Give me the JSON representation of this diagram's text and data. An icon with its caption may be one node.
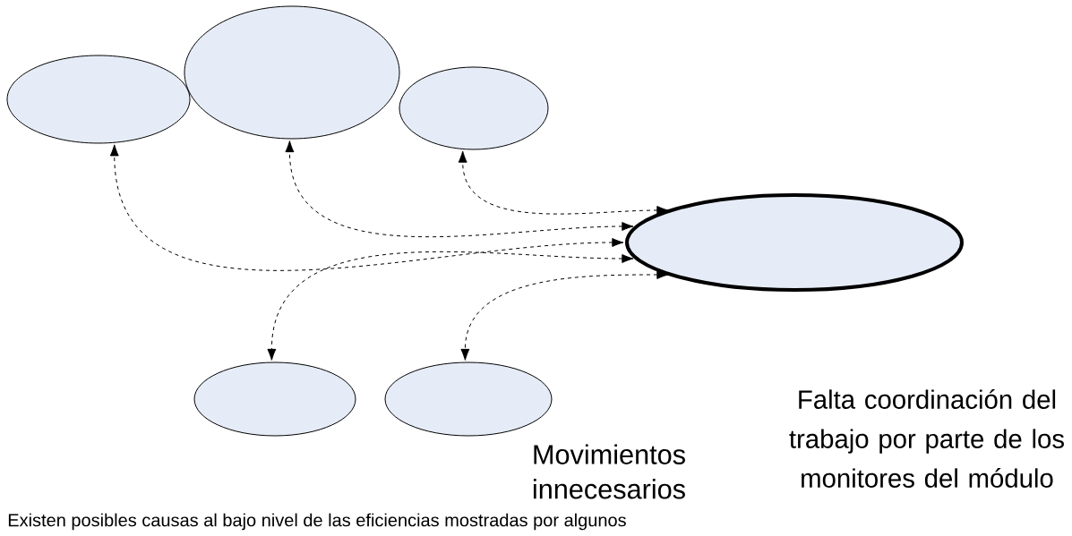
{
  "diagram": {
    "nodes": [
      {
        "text": [],
        "shape": "ellipse"
      },
      {
        "text": [],
        "shape": "ellipse"
      },
      {
        "text": [],
        "shape": "ellipse"
      },
      {
        "text": [],
        "shape": "ellipse"
      },
      {
        "text": [],
        "shape": "ellipse"
      },
      {
        "text": [],
        "shape": "ellipse"
      }
    ],
    "edges": [
      {
        "from": 3,
        "to": 0,
        "arrow": "both",
        "style": "dashed"
      },
      {
        "from": 3,
        "to": 1,
        "arrow": "both",
        "style": "dashed"
      },
      {
        "from": 3,
        "to": 2,
        "arrow": "both",
        "style": "dashed"
      },
      {
        "from": 3,
        "to": 4,
        "arrow": "both",
        "style": "dashed"
      },
      {
        "from": 3,
        "to": 5,
        "arrow": "both",
        "style": "dashed"
      }
    ],
    "labels": [
      "Falta coordinación del trabajo por parte de los monitores del módulo",
      "Movimientos innecesarios",
      "Existen posibles causas al bajo nivel de las eficiencias mostradas por algunos"
    ]
  }
}
